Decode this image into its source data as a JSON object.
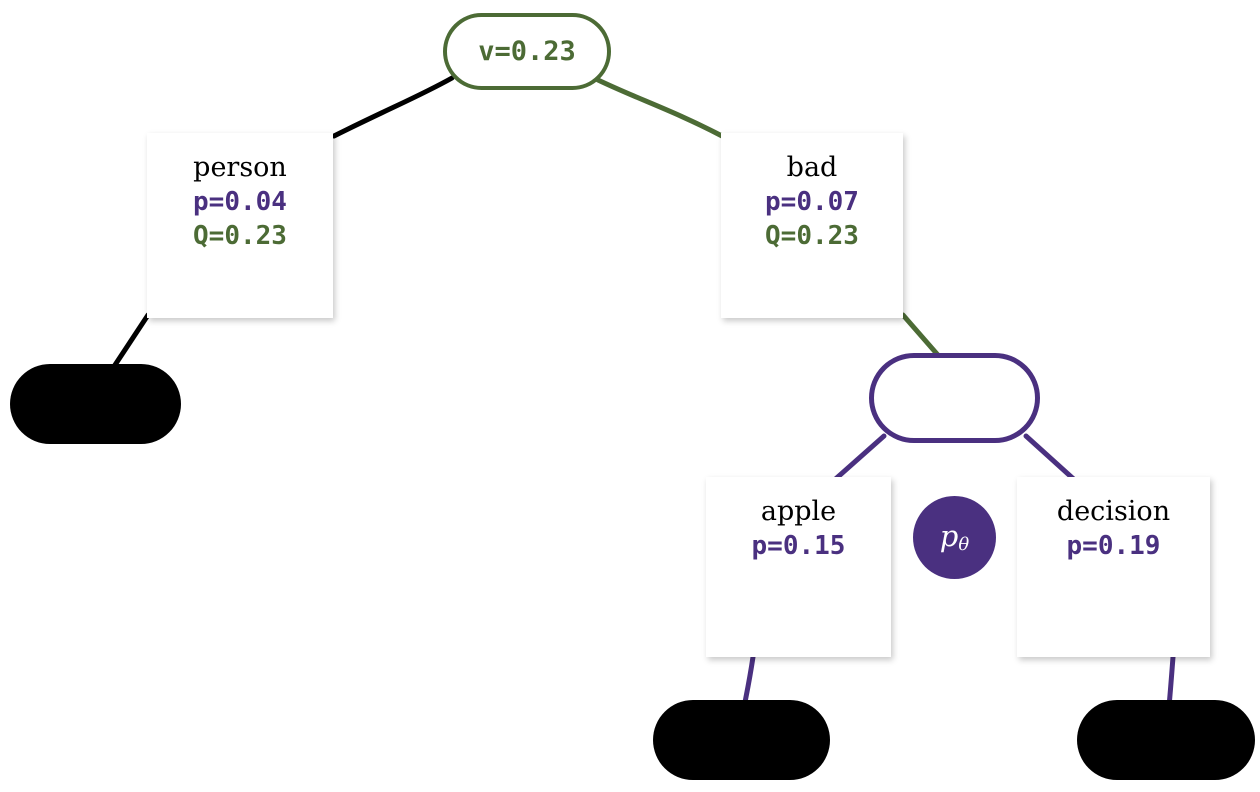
{
  "diagram": {
    "type": "search-tree",
    "title": "",
    "colors": {
      "value_green": "#4c6b35",
      "policy_purple": "#4a3080",
      "edge_black": "#000000",
      "card_background": "#ffffff",
      "truncated_node": "#000000"
    },
    "root": {
      "id": "root",
      "shape": "stadium",
      "outline": "green",
      "value_label": "v=0.23"
    },
    "policy_badge": {
      "id": "p-theta-badge",
      "label": "p",
      "subscript": "θ"
    },
    "expansion_node": {
      "id": "expansion",
      "shape": "stadium",
      "outline": "purple",
      "value_label": ""
    },
    "nodes": [
      {
        "id": "person",
        "token": "person",
        "p_label": "p=0.04",
        "q_label": "Q=0.23",
        "p": 0.04,
        "Q": 0.23
      },
      {
        "id": "bad",
        "token": "bad",
        "p_label": "p=0.07",
        "q_label": "Q=0.23",
        "p": 0.07,
        "Q": 0.23
      },
      {
        "id": "apple",
        "token": "apple",
        "p_label": "p=0.15",
        "q_label": "",
        "p": 0.15,
        "Q": null
      },
      {
        "id": "decision",
        "token": "decision",
        "p_label": "p=0.19",
        "q_label": "",
        "p": 0.19,
        "Q": null
      }
    ],
    "truncated_nodes": [
      {
        "id": "truncated-left",
        "label": ""
      },
      {
        "id": "truncated-apple",
        "label": ""
      },
      {
        "id": "truncated-decision",
        "label": ""
      }
    ],
    "edges": [
      {
        "from": "root",
        "to": "person",
        "color": "#000000"
      },
      {
        "from": "root",
        "to": "bad",
        "color": "#4c6b35"
      },
      {
        "from": "person",
        "to": "truncated-left",
        "color": "#000000"
      },
      {
        "from": "bad",
        "to": "expansion",
        "color": "#4c6b35"
      },
      {
        "from": "expansion",
        "to": "apple",
        "color": "#4a3080"
      },
      {
        "from": "expansion",
        "to": "decision",
        "color": "#4a3080"
      },
      {
        "from": "apple",
        "to": "truncated-apple",
        "color": "#4a3080"
      },
      {
        "from": "decision",
        "to": "truncated-decision",
        "color": "#4a3080"
      }
    ]
  }
}
